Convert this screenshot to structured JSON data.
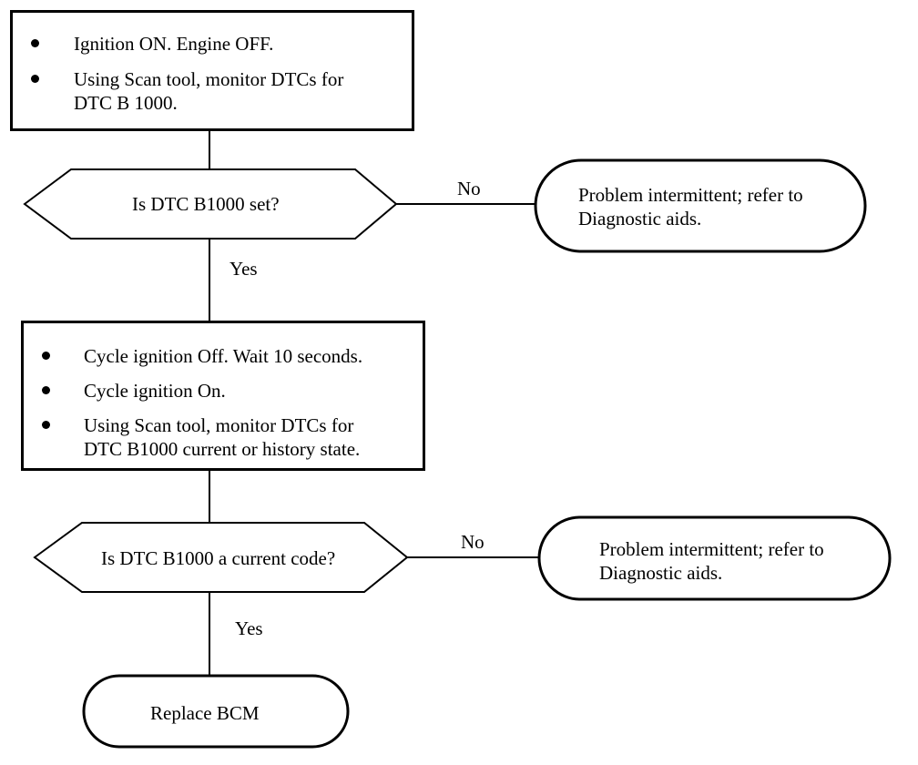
{
  "box1": {
    "items": [
      "Ignition ON. Engine OFF.",
      "Using Scan tool, monitor DTCs for",
      "DTC B 1000."
    ]
  },
  "decision1": {
    "question": "Is DTC B1000 set?",
    "no_label": "No",
    "yes_label": "Yes"
  },
  "terminal1": {
    "line1": "Problem intermittent; refer to",
    "line2": "Diagnostic aids."
  },
  "box2": {
    "items": [
      "Cycle ignition Off. Wait 10 seconds.",
      "Cycle ignition On.",
      "Using Scan tool, monitor DTCs for",
      "DTC B1000 current or history state."
    ]
  },
  "decision2": {
    "question": "Is DTC B1000 a current code?",
    "no_label": "No",
    "yes_label": "Yes"
  },
  "terminal2": {
    "line1": "Problem intermittent; refer to",
    "line2": "Diagnostic aids."
  },
  "terminal3": {
    "label": "Replace BCM"
  }
}
